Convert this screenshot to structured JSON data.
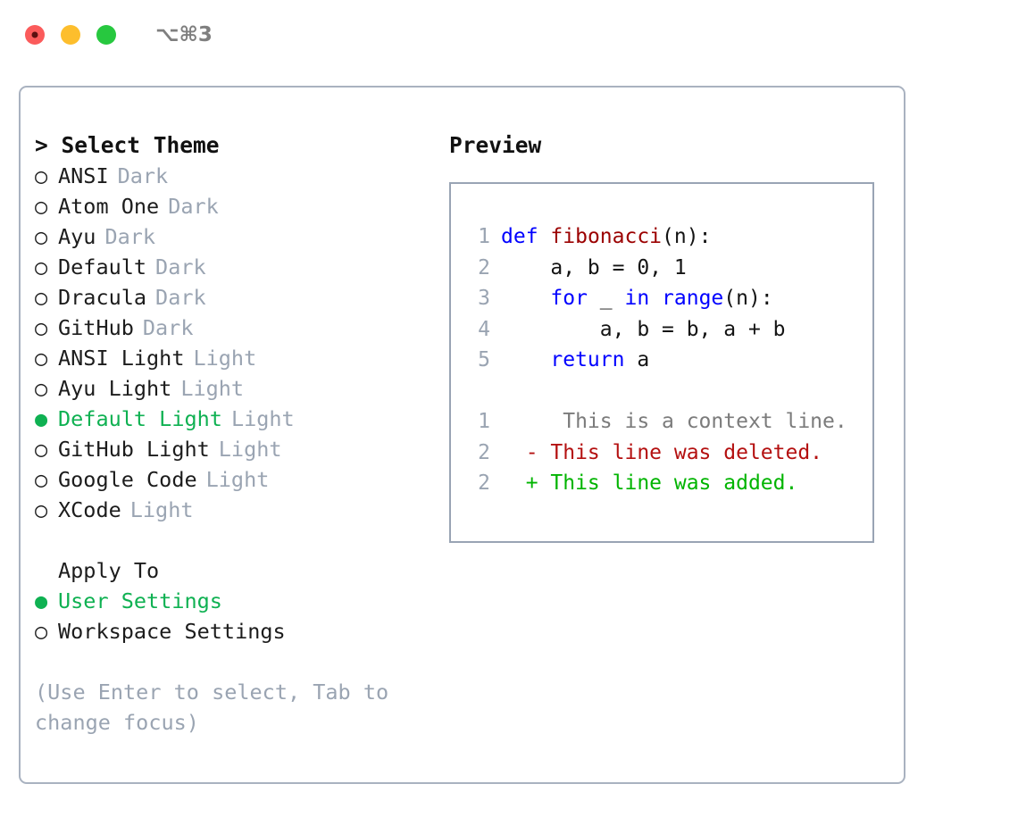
{
  "window": {
    "shortcut": "⌥⌘3",
    "traffic_lights": [
      {
        "name": "close",
        "color": "#fb5b5b"
      },
      {
        "name": "minimize",
        "color": "#fdbe2d"
      },
      {
        "name": "maximize",
        "color": "#27c83f"
      }
    ]
  },
  "colors": {
    "accent_green": "#0fb152",
    "muted": "#9aa4b2",
    "text": "#1c1c1c",
    "panel_border": "#a9b2c0",
    "preview_border": "#99a4b4",
    "keyword_blue": "#0000ff",
    "function_red": "#9b0000",
    "diff_add": "#00b400",
    "diff_del": "#b41010",
    "diff_ctx": "#7b7b7b"
  },
  "theme_list": {
    "header": "> Select Theme",
    "marker_selected": "●",
    "marker_unselected": "○",
    "items": [
      {
        "name": "ANSI",
        "tag": "Dark",
        "selected": false
      },
      {
        "name": "Atom One",
        "tag": "Dark",
        "selected": false
      },
      {
        "name": "Ayu",
        "tag": "Dark",
        "selected": false
      },
      {
        "name": "Default",
        "tag": "Dark",
        "selected": false
      },
      {
        "name": "Dracula",
        "tag": "Dark",
        "selected": false
      },
      {
        "name": "GitHub",
        "tag": "Dark",
        "selected": false
      },
      {
        "name": "ANSI Light",
        "tag": "Light",
        "selected": false
      },
      {
        "name": "Ayu Light",
        "tag": "Light",
        "selected": false
      },
      {
        "name": "Default Light",
        "tag": "Light",
        "selected": true
      },
      {
        "name": "GitHub Light",
        "tag": "Light",
        "selected": false
      },
      {
        "name": "Google Code",
        "tag": "Light",
        "selected": false
      },
      {
        "name": "XCode",
        "tag": "Light",
        "selected": false
      }
    ]
  },
  "apply_to": {
    "heading": "Apply To",
    "items": [
      {
        "name": "User Settings",
        "selected": true
      },
      {
        "name": "Workspace Settings",
        "selected": false
      }
    ]
  },
  "hint": "(Use Enter to select, Tab to change focus)",
  "preview": {
    "title": "Preview",
    "code_lines": [
      {
        "no": "1",
        "tokens": [
          {
            "t": "def",
            "c": "kw"
          },
          {
            "t": " ",
            "c": "pl"
          },
          {
            "t": "fibonacci",
            "c": "fn"
          },
          {
            "t": "(n):",
            "c": "pl"
          }
        ]
      },
      {
        "no": "2",
        "tokens": [
          {
            "t": "    a, b = 0, 1",
            "c": "pl"
          }
        ]
      },
      {
        "no": "3",
        "tokens": [
          {
            "t": "    ",
            "c": "pl"
          },
          {
            "t": "for",
            "c": "kw"
          },
          {
            "t": " _ ",
            "c": "pl"
          },
          {
            "t": "in",
            "c": "kw"
          },
          {
            "t": " ",
            "c": "pl"
          },
          {
            "t": "range",
            "c": "kw"
          },
          {
            "t": "(n):",
            "c": "pl"
          }
        ]
      },
      {
        "no": "4",
        "tokens": [
          {
            "t": "        a, b = b, a + b",
            "c": "pl"
          }
        ]
      },
      {
        "no": "5",
        "tokens": [
          {
            "t": "    ",
            "c": "pl"
          },
          {
            "t": "return",
            "c": "kw"
          },
          {
            "t": " a",
            "c": "pl"
          }
        ]
      }
    ],
    "diff_lines": [
      {
        "no": "1",
        "sign": " ",
        "text": "  This is a context line.",
        "kind": "ctx"
      },
      {
        "no": "2",
        "sign": "-",
        "text": " This line was deleted.",
        "kind": "del"
      },
      {
        "no": "2",
        "sign": "+",
        "text": " This line was added.",
        "kind": "add"
      }
    ]
  }
}
